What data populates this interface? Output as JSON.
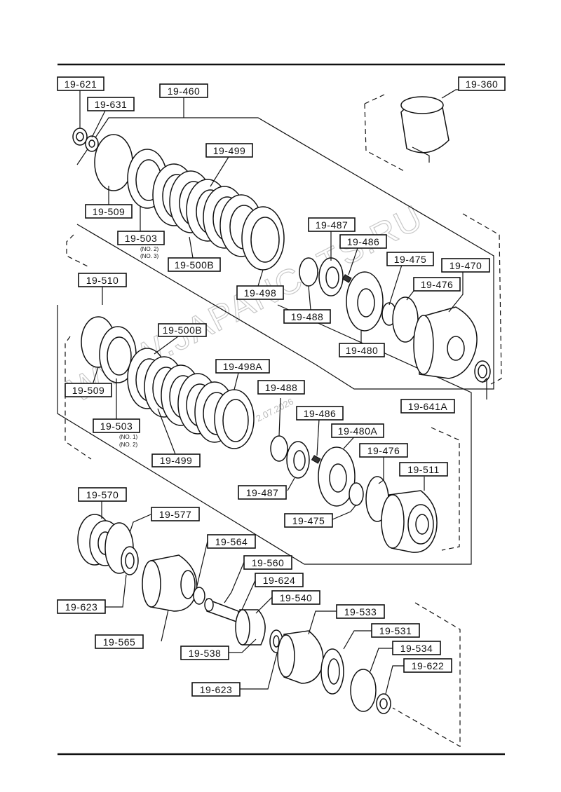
{
  "watermark": {
    "text": "WWW.JAPANCATS.RU",
    "date": "2.07.2026"
  },
  "notes": {
    "no2": "(NO. 2)",
    "no3": "(NO. 3)",
    "no1": "(NO. 1)",
    "no2b": "(NO. 2)"
  },
  "labels": {
    "l621": "19-621",
    "l631": "19-631",
    "l460": "19-460",
    "l360": "19-360",
    "l499a": "19-499",
    "l509a": "19-509",
    "l503a": "19-503",
    "l500ba": "19-500B",
    "l498": "19-498",
    "l487a": "19-487",
    "l486a": "19-486",
    "l475a": "19-475",
    "l470": "19-470",
    "l476a": "19-476",
    "l488a": "19-488",
    "l480": "19-480",
    "l510": "19-510",
    "l500bb": "19-500B",
    "l498a": "19-498A",
    "l509b": "19-509",
    "l488b": "19-488",
    "l641a": "19-641A",
    "l503b": "19-503",
    "l486b": "19-486",
    "l480a": "19-480A",
    "l476b": "19-476",
    "l499b": "19-499",
    "l511": "19-511",
    "l487b": "19-487",
    "l475b": "19-475",
    "l570": "19-570",
    "l577": "19-577",
    "l564": "19-564",
    "l560": "19-560",
    "l624": "19-624",
    "l540": "19-540",
    "l623a": "19-623",
    "l533": "19-533",
    "l565": "19-565",
    "l531": "19-531",
    "l538": "19-538",
    "l534": "19-534",
    "l622": "19-622",
    "l623b": "19-623"
  }
}
